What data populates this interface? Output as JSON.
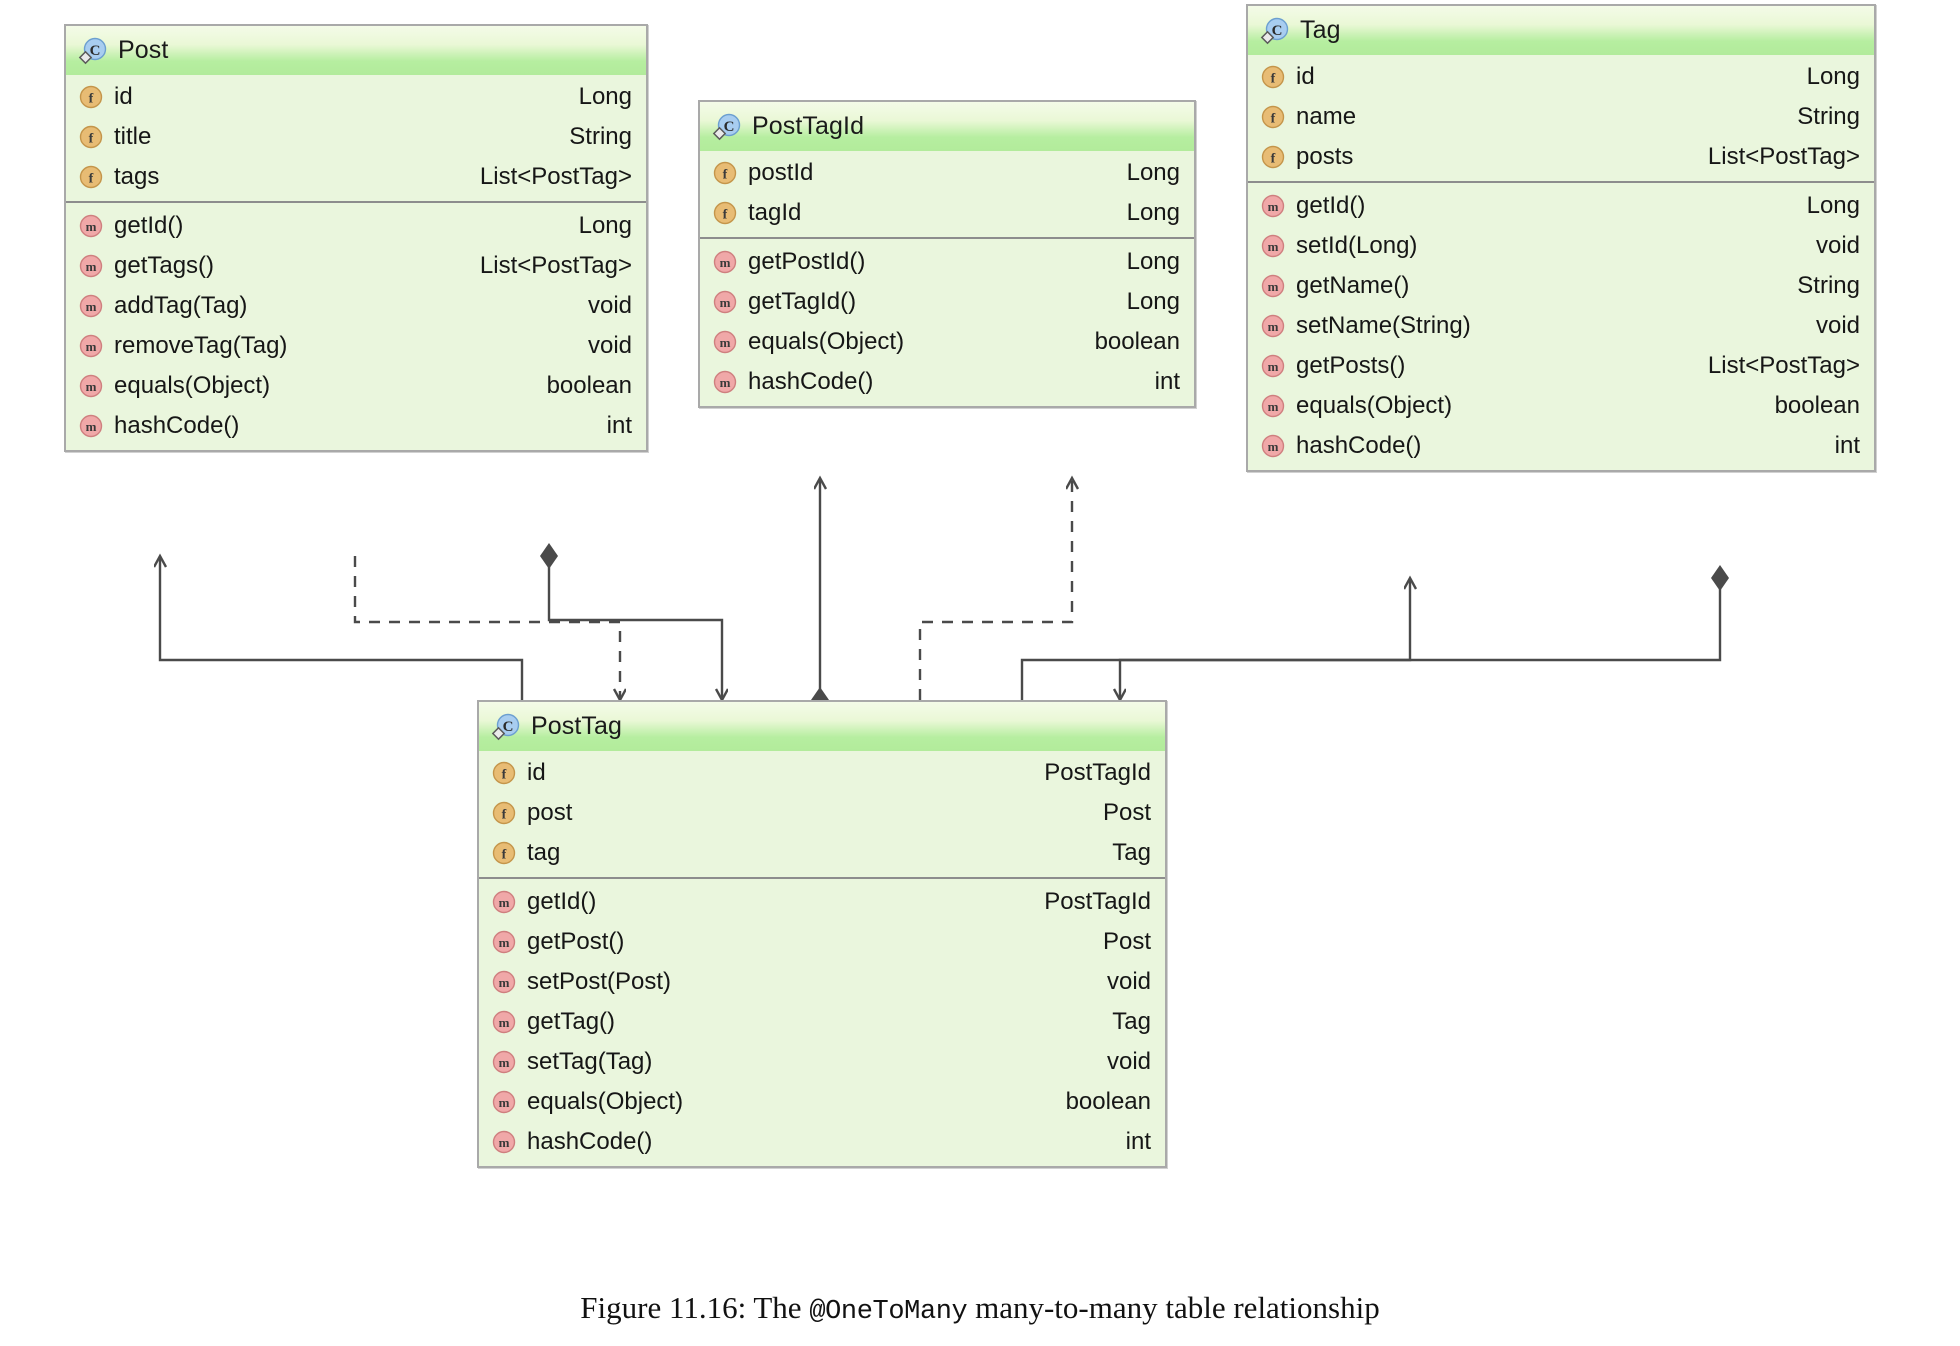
{
  "figure": {
    "caption_prefix": "Figure 11.16: The ",
    "caption_code": "@OneToMany",
    "caption_suffix": " many-to-many table relationship"
  },
  "theme": {
    "class_fill": "#eaf6dd",
    "header_gradient_top": "#f4fbe8",
    "header_gradient_bottom": "#b2eb9b",
    "border_color": "#a9a9a9",
    "divider_color": "#8d8d8d",
    "edge_color": "#4a4a4a",
    "class_icon_color": "#a8cdf0",
    "field_icon_color": "#e8bc74",
    "method_icon_color": "#f0a8a8",
    "text_color": "#161616"
  },
  "icons": {
    "class": "class-icon",
    "field": "field-icon",
    "method": "method-icon"
  },
  "classes": [
    {
      "id": "post",
      "name": "Post",
      "fields": [
        {
          "name": "id",
          "type": "Long"
        },
        {
          "name": "title",
          "type": "String"
        },
        {
          "name": "tags",
          "type": "List<PostTag>"
        }
      ],
      "methods": [
        {
          "name": "getId()",
          "type": "Long"
        },
        {
          "name": "getTags()",
          "type": "List<PostTag>"
        },
        {
          "name": "addTag(Tag)",
          "type": "void"
        },
        {
          "name": "removeTag(Tag)",
          "type": "void"
        },
        {
          "name": "equals(Object)",
          "type": "boolean"
        },
        {
          "name": "hashCode()",
          "type": "int"
        }
      ]
    },
    {
      "id": "posttagid",
      "name": "PostTagId",
      "fields": [
        {
          "name": "postId",
          "type": "Long"
        },
        {
          "name": "tagId",
          "type": "Long"
        }
      ],
      "methods": [
        {
          "name": "getPostId()",
          "type": "Long"
        },
        {
          "name": "getTagId()",
          "type": "Long"
        },
        {
          "name": "equals(Object)",
          "type": "boolean"
        },
        {
          "name": "hashCode()",
          "type": "int"
        }
      ]
    },
    {
      "id": "tag",
      "name": "Tag",
      "fields": [
        {
          "name": "id",
          "type": "Long"
        },
        {
          "name": "name",
          "type": "String"
        },
        {
          "name": "posts",
          "type": "List<PostTag>"
        }
      ],
      "methods": [
        {
          "name": "getId()",
          "type": "Long"
        },
        {
          "name": "setId(Long)",
          "type": "void"
        },
        {
          "name": "getName()",
          "type": "String"
        },
        {
          "name": "setName(String)",
          "type": "void"
        },
        {
          "name": "getPosts()",
          "type": "List<PostTag>"
        },
        {
          "name": "equals(Object)",
          "type": "boolean"
        },
        {
          "name": "hashCode()",
          "type": "int"
        }
      ]
    },
    {
      "id": "posttag",
      "name": "PostTag",
      "fields": [
        {
          "name": "id",
          "type": "PostTagId"
        },
        {
          "name": "post",
          "type": "Post"
        },
        {
          "name": "tag",
          "type": "Tag"
        }
      ],
      "methods": [
        {
          "name": "getId()",
          "type": "PostTagId"
        },
        {
          "name": "getPost()",
          "type": "Post"
        },
        {
          "name": "setPost(Post)",
          "type": "void"
        },
        {
          "name": "getTag()",
          "type": "Tag"
        },
        {
          "name": "setTag(Tag)",
          "type": "void"
        },
        {
          "name": "equals(Object)",
          "type": "boolean"
        },
        {
          "name": "hashCode()",
          "type": "int"
        }
      ]
    }
  ],
  "relationships": [
    {
      "id": "posttag-to-post-navigate",
      "from": "PostTag",
      "to": "Post",
      "style": "solid",
      "end": "open-arrow"
    },
    {
      "id": "post-to-posttag-dependency",
      "from": "Post",
      "to": "PostTag",
      "style": "dashed",
      "end": "open-arrow"
    },
    {
      "id": "post-aggregates-posttag",
      "from": "Post",
      "to": "PostTag",
      "style": "solid",
      "end": "diamond-source"
    },
    {
      "id": "posttag-to-posttagid-navigate",
      "from": "PostTag",
      "to": "PostTagId",
      "style": "solid",
      "end": "open-arrow"
    },
    {
      "id": "posttag-to-posttagid-dependency",
      "from": "PostTag",
      "to": "PostTagId",
      "style": "dashed",
      "end": "open-arrow"
    },
    {
      "id": "posttag-to-tag-navigate",
      "from": "PostTag",
      "to": "Tag",
      "style": "solid",
      "end": "open-arrow"
    },
    {
      "id": "tag-aggregates-posttag",
      "from": "Tag",
      "to": "PostTag",
      "style": "solid",
      "end": "diamond-source"
    }
  ]
}
